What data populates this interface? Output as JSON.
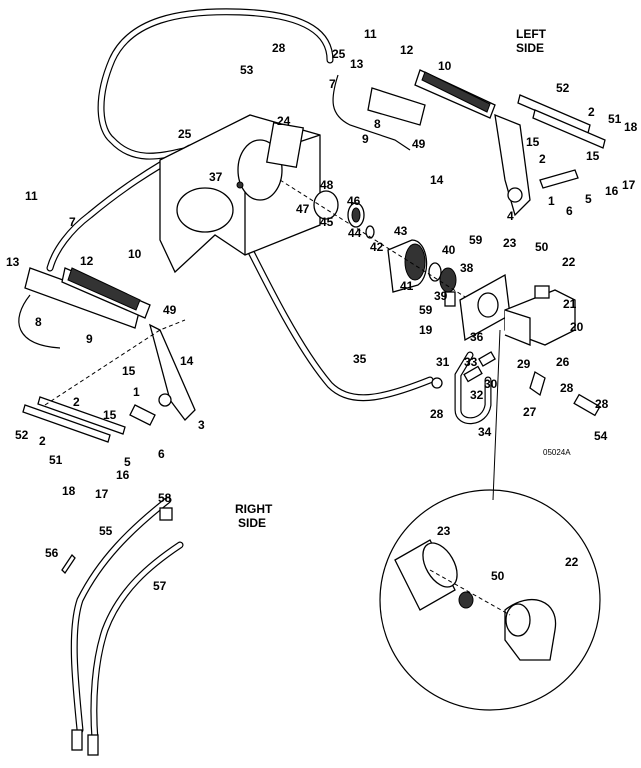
{
  "side_labels": {
    "left": [
      "LEFT",
      "SIDE"
    ],
    "right": [
      "RIGHT",
      "SIDE"
    ]
  },
  "figure_code": "05024A",
  "callouts": [
    "11",
    "12",
    "13",
    "25",
    "10",
    "7",
    "8",
    "9",
    "49",
    "14",
    "52",
    "2",
    "51",
    "18",
    "15",
    "2",
    "15",
    "16",
    "17",
    "1",
    "5",
    "6",
    "4",
    "28",
    "53",
    "25",
    "24",
    "37",
    "48",
    "46",
    "47",
    "45",
    "43",
    "44",
    "42",
    "40",
    "41",
    "39",
    "38",
    "59",
    "23",
    "50",
    "22",
    "21",
    "59",
    "19",
    "36",
    "20",
    "29",
    "26",
    "33",
    "31",
    "30",
    "32",
    "28",
    "35",
    "34",
    "27",
    "28",
    "28",
    "54",
    "11",
    "7",
    "13",
    "12",
    "10",
    "8",
    "9",
    "49",
    "14",
    "15",
    "1",
    "3",
    "2",
    "52",
    "2",
    "15",
    "6",
    "5",
    "51",
    "16",
    "17",
    "18",
    "58",
    "55",
    "56",
    "57",
    "23",
    "50",
    "22"
  ]
}
